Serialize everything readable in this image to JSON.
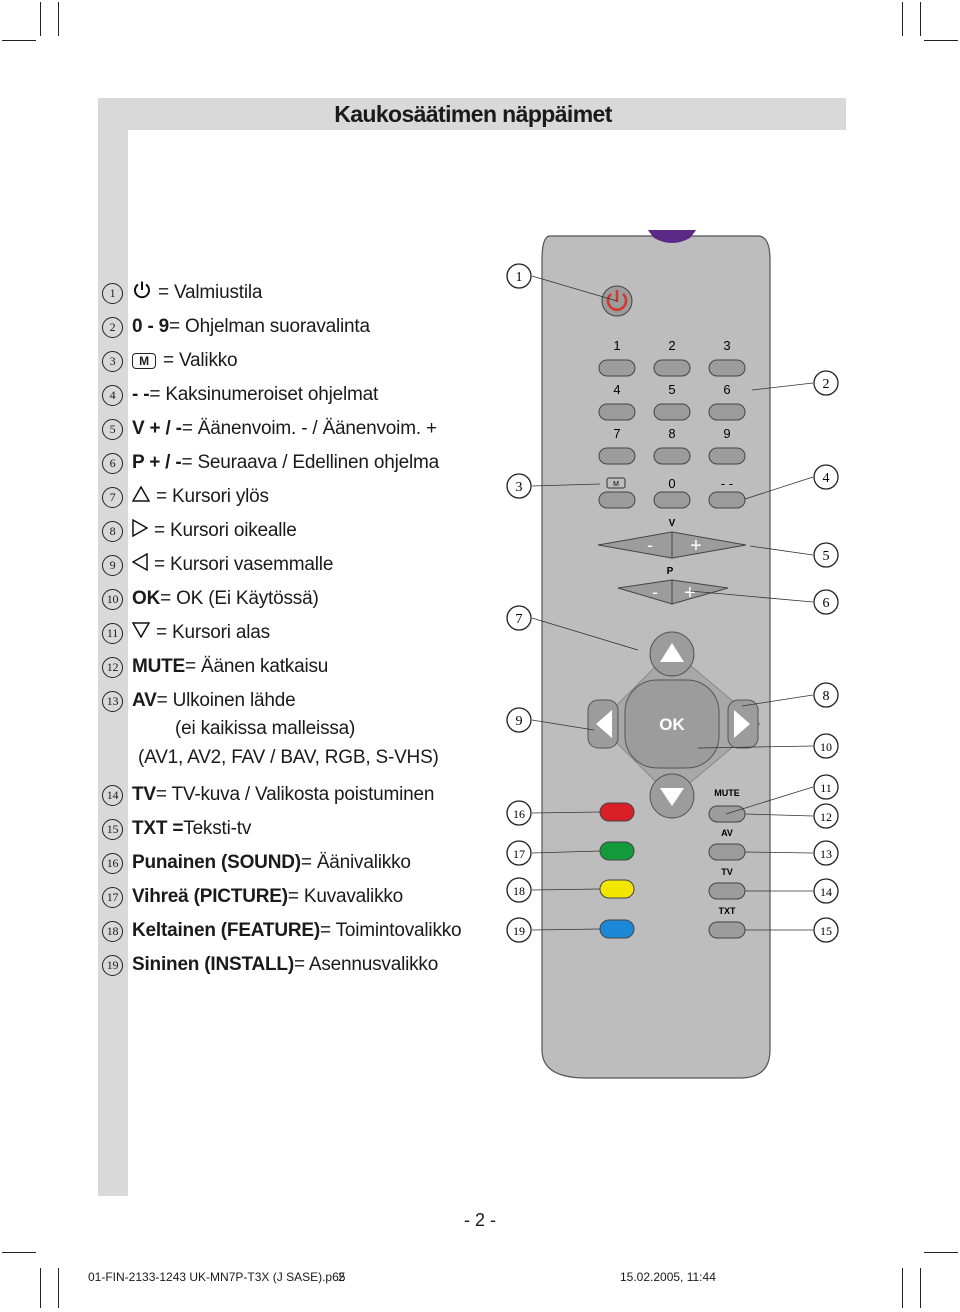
{
  "page": {
    "title": "Kaukosäätimen näppäimet",
    "page_number": "- 2 -",
    "footer_left": "01-FIN-2133-1243 UK-MN7P-T3X (J SASE).p65",
    "footer_page": "2",
    "footer_right": "15.02.2005, 11:44"
  },
  "legend": [
    {
      "n": "1",
      "icon": "power-icon",
      "bold": "",
      "text": "= Valmiustila"
    },
    {
      "n": "2",
      "icon": "",
      "bold": "0 - 9",
      "text": " = Ohjelman suoravalinta"
    },
    {
      "n": "3",
      "icon": "menu-icon",
      "bold": "",
      "text": "= Valikko"
    },
    {
      "n": "4",
      "icon": "",
      "bold": "- -",
      "text": " = Kaksinumeroiset ohjelmat"
    },
    {
      "n": "5",
      "icon": "",
      "bold": "V + / -",
      "text": " = Äänenvoim. - / Äänenvoim. +"
    },
    {
      "n": "6",
      "icon": "",
      "bold": "P + / -",
      "text": " = Seuraava / Edellinen ohjelma"
    },
    {
      "n": "7",
      "icon": "triangle-up-icon",
      "bold": "",
      "text": "= Kursori ylös"
    },
    {
      "n": "8",
      "icon": "triangle-right-icon",
      "bold": "",
      "text": "= Kursori oikealle"
    },
    {
      "n": "9",
      "icon": "triangle-left-icon",
      "bold": "",
      "text": "= Kursori vasemmalle"
    },
    {
      "n": "10",
      "icon": "",
      "bold": "OK",
      "text": " = OK (Ei Käytössä)"
    },
    {
      "n": "11",
      "icon": "triangle-down-icon",
      "bold": "",
      "text": "= Kursori alas"
    },
    {
      "n": "12",
      "icon": "",
      "bold": "MUTE",
      "text": " = Äänen katkaisu"
    },
    {
      "n": "13",
      "icon": "",
      "bold": "AV",
      "text": " = Ulkoinen lähde"
    },
    {
      "n": "14",
      "icon": "",
      "bold": "TV",
      "text": " = TV-kuva / Valikosta poistuminen"
    },
    {
      "n": "15",
      "icon": "",
      "bold": "TXT =",
      "text": " Teksti-tv"
    },
    {
      "n": "16",
      "icon": "",
      "bold": "Punainen (SOUND)",
      "text": " = Äänivalikko"
    },
    {
      "n": "17",
      "icon": "",
      "bold": "Vihreä (PICTURE)",
      "text": " = Kuvavalikko"
    },
    {
      "n": "18",
      "icon": "",
      "bold": "Keltainen (FEATURE)",
      "text": " = Toimintovalikko"
    },
    {
      "n": "19",
      "icon": "",
      "bold": "Sininen (INSTALL)",
      "text": " = Asennusvalikko"
    }
  ],
  "legend_cont": {
    "line1": "(ei kaikissa malleissa)",
    "line2": "(AV1, AV2, FAV / BAV, RGB, S-VHS)"
  },
  "remote": {
    "digits": [
      "1",
      "2",
      "3",
      "4",
      "5",
      "6",
      "7",
      "8",
      "9",
      "0"
    ],
    "menu_label": "M",
    "dash_label": "- -",
    "v_label": "V",
    "p_label": "P",
    "minus": "-",
    "plus": "+",
    "ok_label": "OK",
    "mute_label": "MUTE",
    "av_label": "AV",
    "tv_label": "TV",
    "txt_label": "TXT",
    "callouts": [
      "1",
      "2",
      "3",
      "4",
      "5",
      "6",
      "7",
      "8",
      "9",
      "10",
      "11",
      "12",
      "13",
      "14",
      "15",
      "16",
      "17",
      "18",
      "19"
    ],
    "colors": {
      "body": "#bdbdbd",
      "button": "#9c9c9c",
      "power": "#d6352e",
      "purple": "#5a2a86",
      "red": "#d81f26",
      "green": "#139a3b",
      "yellow": "#f2e600",
      "blue": "#1e88d8"
    }
  }
}
